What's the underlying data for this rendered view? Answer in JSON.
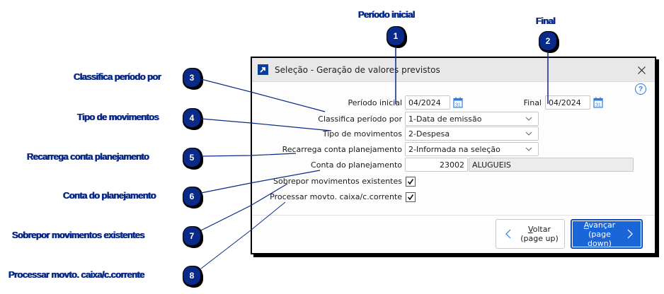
{
  "callouts": [
    {
      "n": "1",
      "label": "Período inicial"
    },
    {
      "n": "2",
      "label": "Final"
    },
    {
      "n": "3",
      "label": "Classifica período por"
    },
    {
      "n": "4",
      "label": "Tipo de movimentos"
    },
    {
      "n": "5",
      "label": "Recarrega conta planejamento"
    },
    {
      "n": "6",
      "label": "Conta do planejamento"
    },
    {
      "n": "7",
      "label": "Sobrepor movimentos existentes"
    },
    {
      "n": "8",
      "label": "Processar movto. caixa/c.corrente"
    }
  ],
  "dialog": {
    "title": "Seleção - Geração de valores previstos",
    "icons": {
      "app": "shortcut-arrow-icon",
      "close": "close-icon",
      "help": "help-icon",
      "calendar": "calendar-icon",
      "calendar_day": "31"
    },
    "help_glyph": "?",
    "fields": {
      "periodo_inicial": {
        "label": "Período inicial",
        "value": "04/2024"
      },
      "final": {
        "label": "Final",
        "value": "04/2024"
      },
      "classifica": {
        "label": "Classifica período por",
        "value": "1-Data de emissão"
      },
      "tipo_mov": {
        "label": "Tipo de movimentos",
        "value": "2-Despesa"
      },
      "recarrega": {
        "label": "Recarrega conta planejamento",
        "value": "2-Informada na seleção"
      },
      "conta": {
        "label": "Conta do planejamento",
        "code": "23002",
        "name": "ALUGUEIS"
      },
      "sobrepor": {
        "label": "Sobrepor movimentos existentes",
        "checked": true
      },
      "processar": {
        "label": "Processar movto. caixa/c.corrente",
        "checked": true
      }
    },
    "buttons": {
      "back": {
        "mnemonic": "V",
        "rest": "oltar",
        "sub": "(page up)"
      },
      "next": {
        "mnemonic": "A",
        "rest": "vançar",
        "sub": "(page down)"
      }
    },
    "colors": {
      "accent": "#1a66d9",
      "callout": "#0a2a8a"
    }
  }
}
